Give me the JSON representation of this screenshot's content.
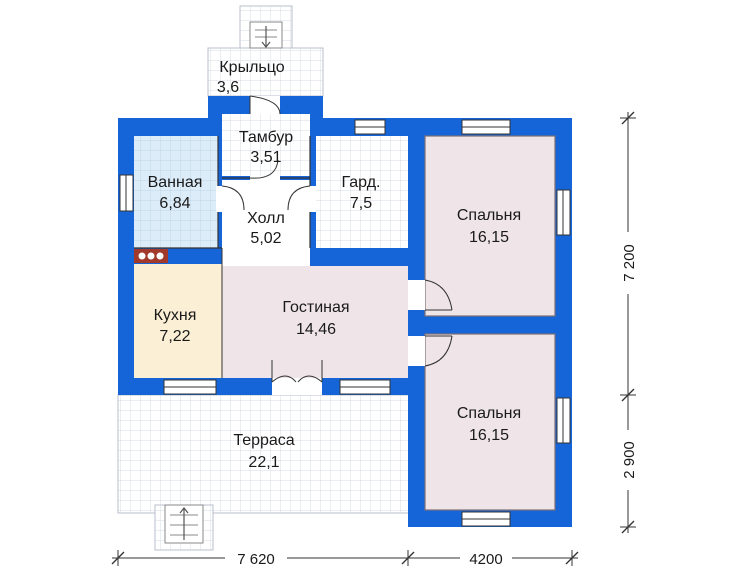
{
  "rooms": {
    "porch": {
      "name": "Крыльцо",
      "area": "3,6"
    },
    "vestibule": {
      "name": "Тамбур",
      "area": "3,51"
    },
    "bathroom": {
      "name": "Ванная",
      "area": "6,84"
    },
    "hall": {
      "name": "Холл",
      "area": "5,02"
    },
    "wardrobe": {
      "name": "Гард.",
      "area": "7,5"
    },
    "bedroom_1": {
      "name": "Спальня",
      "area": "16,15"
    },
    "kitchen": {
      "name": "Кухня",
      "area": "7,22"
    },
    "living": {
      "name": "Гостиная",
      "area": "14,46"
    },
    "bedroom_2": {
      "name": "Спальня",
      "area": "16,15"
    },
    "terrace": {
      "name": "Терраса",
      "area": "22,1"
    }
  },
  "dimensions": {
    "width_left": "7 620",
    "width_right": "4200",
    "height_upper": "7 200",
    "height_lower": "2 900"
  },
  "colors": {
    "wall": "#1565d8",
    "grid_line": "#c9d2dc",
    "bath_floor": "#dcecf8",
    "kitchen_floor": "#fbf0d6",
    "bedroom_floor": "#efe4e8",
    "window": "#ffffff",
    "stove": "#a13a2a"
  }
}
